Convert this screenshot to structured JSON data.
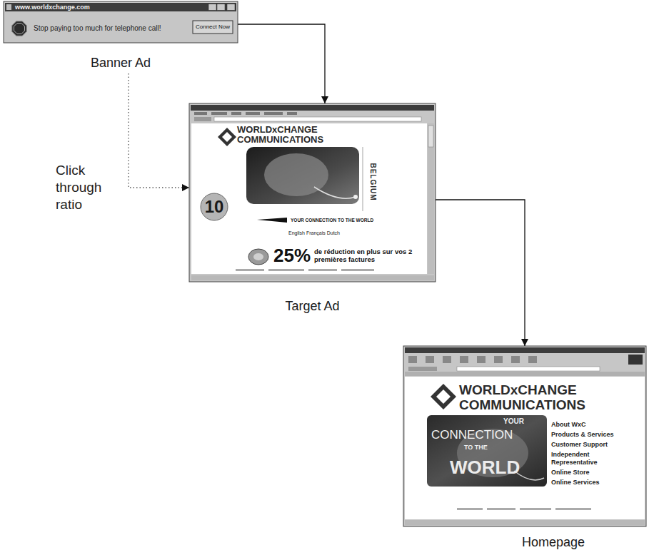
{
  "diagram": {
    "nodes": [
      {
        "text": [
          "www.worldxchange.com",
          "Stop paying too much for telephone call!",
          "Connect Now",
          "Banner Ad"
        ]
      },
      {
        "text": [
          "WORLDxCHANGE COMMUNICATIONS",
          "BELGIUM",
          "10",
          "YOUR CONNECTION TO THE WORLD",
          "English Français Dutch",
          "25%",
          "de réduction en plus sur vos 2 premières factures",
          "Target Ad"
        ]
      },
      {
        "text": [
          "WORLDxCHANGE COMMUNICATIONS",
          "YOUR",
          "CONNECTION",
          "TO THE",
          "WORLD",
          "About WxC",
          "Products & Services",
          "Customer Support",
          "Independent Representative",
          "Online Store",
          "Online Services",
          "Homepage"
        ]
      }
    ],
    "edges": [
      {
        "from": 0,
        "to": 1,
        "arrow": "to"
      },
      {
        "from": 0,
        "to": 1,
        "label": "Click through ratio",
        "arrow": "to"
      },
      {
        "from": 1,
        "to": 2,
        "arrow": "to"
      }
    ]
  }
}
